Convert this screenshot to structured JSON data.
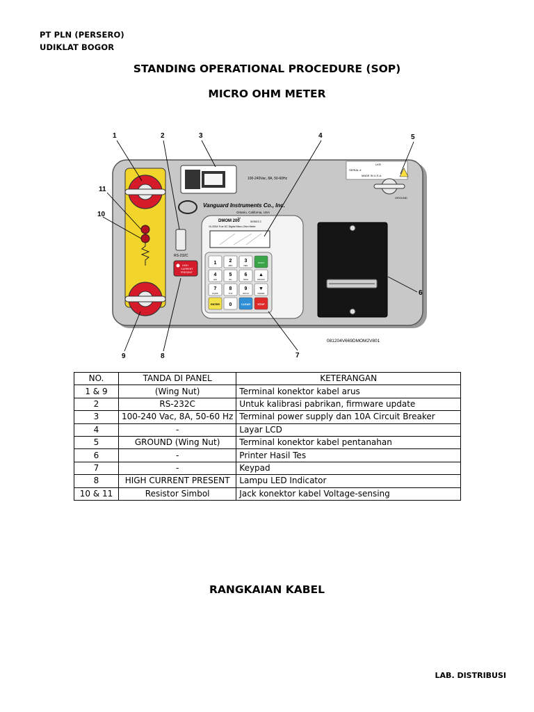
{
  "header": {
    "org_line1": "PT PLN (PERSERO)",
    "org_line2": "UDIKLAT BOGOR",
    "title": "STANDING OPERATIONAL PROCEDURE (SOP)",
    "subtitle": "MICRO OHM METER"
  },
  "figure": {
    "callouts": [
      "1",
      "2",
      "3",
      "4",
      "5",
      "6",
      "7",
      "8",
      "9",
      "10",
      "11"
    ],
    "brand": "Vanguard Instruments Co., Inc.",
    "brand_sub": "Ontario, California, USA",
    "model": "DMOM 200",
    "model_tm": "TM",
    "series": "SERIES 2",
    "model_desc": "10-200A True DC Digital Micro-Ohm Meter",
    "power_rating": "100-240Vac, 8A, 50-60Hz",
    "rs232": "RS-232C",
    "hcp_line1": "HIGH",
    "hcp_line2": "CURRENT",
    "hcp_line3": "PRESENT",
    "serial_label": "SERIAL #",
    "lkr": "LKR",
    "made_in": "MADE IN U.S.A.",
    "ground": "GROUND",
    "part_no": "081204V669DMOM2V801",
    "keys": [
      {
        "main": "1",
        "sub": ""
      },
      {
        "main": "2",
        "sub": "ABC"
      },
      {
        "main": "3",
        "sub": "DEF"
      },
      {
        "main": "",
        "sub": "START"
      },
      {
        "main": "4",
        "sub": "GHI"
      },
      {
        "main": "5",
        "sub": "JKL"
      },
      {
        "main": "6",
        "sub": "MNO"
      },
      {
        "main": "▲",
        "sub": "ON/OFF"
      },
      {
        "main": "7",
        "sub": "PQRS"
      },
      {
        "main": "8",
        "sub": "TUV"
      },
      {
        "main": "9",
        "sub": "WXYZ"
      },
      {
        "main": "▼",
        "sub": "PAPER"
      },
      {
        "main": "ENTER",
        "sub": ""
      },
      {
        "main": "0",
        "sub": ""
      },
      {
        "main": "CLEAR",
        "sub": ""
      },
      {
        "main": "STOP",
        "sub": ""
      }
    ],
    "colors": {
      "panel": "#c8c8c8",
      "yellow_strip": "#f2d52a",
      "red_knob": "#d51a2a",
      "green_key": "#39a548",
      "yellow_key": "#f3e24a",
      "blue_key": "#2f8fd6",
      "red_key": "#e02a2a"
    }
  },
  "table": {
    "headers": [
      "NO.",
      "TANDA DI PANEL",
      "KETERANGAN"
    ],
    "rows": [
      [
        "1 & 9",
        "(Wing Nut)",
        "Terminal konektor kabel arus"
      ],
      [
        "2",
        "RS-232C",
        "Untuk kalibrasi pabrikan, firmware update"
      ],
      [
        "3",
        "100-240 Vac, 8A, 50-60 Hz",
        "Terminal power supply dan 10A Circuit Breaker"
      ],
      [
        "4",
        "-",
        "Layar LCD"
      ],
      [
        "5",
        "GROUND (Wing Nut)",
        "Terminal konektor kabel pentanahan"
      ],
      [
        "6",
        "-",
        "Printer Hasil Tes"
      ],
      [
        "7",
        "-",
        "Keypad"
      ],
      [
        "8",
        "HIGH CURRENT PRESENT",
        "Lampu LED Indicator"
      ],
      [
        "10 & 11",
        "Resistor Simbol",
        "Jack konektor kabel Voltage-sensing"
      ]
    ]
  },
  "section2_title": "RANGKAIAN KABEL",
  "footer": "LAB. DISTRIBUSI"
}
